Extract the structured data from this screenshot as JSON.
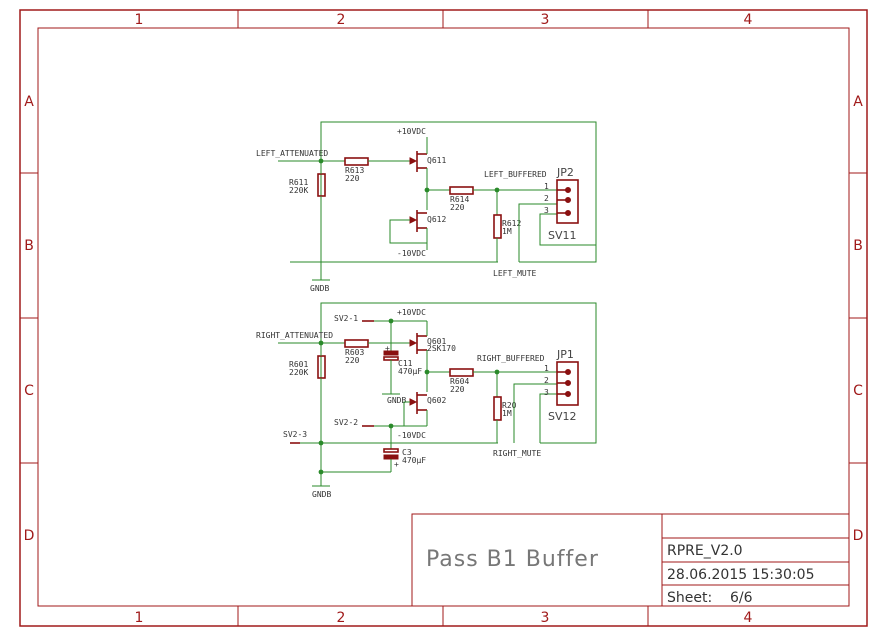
{
  "zones": {
    "columns": [
      "1",
      "2",
      "3",
      "4"
    ],
    "rows": [
      "A",
      "B",
      "C",
      "D"
    ]
  },
  "left_channel": {
    "input_label": "LEFT_ATTENUATED",
    "output_label": "LEFT_BUFFERED",
    "mute_label": "LEFT_MUTE",
    "ground_label": "GNDB",
    "vpos_label": "+10VDC",
    "vneg_label": "-10VDC",
    "r_input": {
      "name": "R613",
      "value": "220"
    },
    "r_bias": {
      "name": "R611",
      "value": "220K"
    },
    "r_output": {
      "name": "R614",
      "value": "220"
    },
    "r_load": {
      "name": "R612",
      "value": "1M"
    },
    "q_upper": "Q611",
    "q_lower": "Q612",
    "connector": {
      "name": "JP2",
      "part": "SV11",
      "pins": [
        "1",
        "2",
        "3"
      ]
    }
  },
  "right_channel": {
    "input_label": "RIGHT_ATTENUATED",
    "output_label": "RIGHT_BUFFERED",
    "mute_label": "RIGHT_MUTE",
    "ground_label": "GNDB",
    "mid_ground_label": "GNDB",
    "vpos_label": "+10VDC",
    "vneg_label": "-10VDC",
    "r_input": {
      "name": "R603",
      "value": "220"
    },
    "r_bias": {
      "name": "R601",
      "value": "220K"
    },
    "r_output": {
      "name": "R604",
      "value": "220"
    },
    "r_load": {
      "name": "R20",
      "value": "1M"
    },
    "q_upper": {
      "name": "Q601",
      "part": "2SK170"
    },
    "q_lower": "Q602",
    "cap_upper": {
      "name": "C11",
      "value": "470μF"
    },
    "cap_lower": {
      "name": "C3",
      "value": "470μF"
    },
    "supply_in": "SV2-3",
    "supply_pos": "SV2-1",
    "supply_neg": "SV2-2",
    "connector": {
      "name": "JP1",
      "part": "SV12",
      "pins": [
        "1",
        "2",
        "3"
      ]
    }
  },
  "title_block": {
    "title": "Pass B1 Buffer",
    "project": "RPRE_V2.0",
    "timestamp": "28.06.2015 15:30:05",
    "sheet_label": "Sheet:",
    "sheet_value": "6/6"
  },
  "colors": {
    "frame": "#a01a1a",
    "wire": "#2a8a2a",
    "component": "#8a1010"
  }
}
